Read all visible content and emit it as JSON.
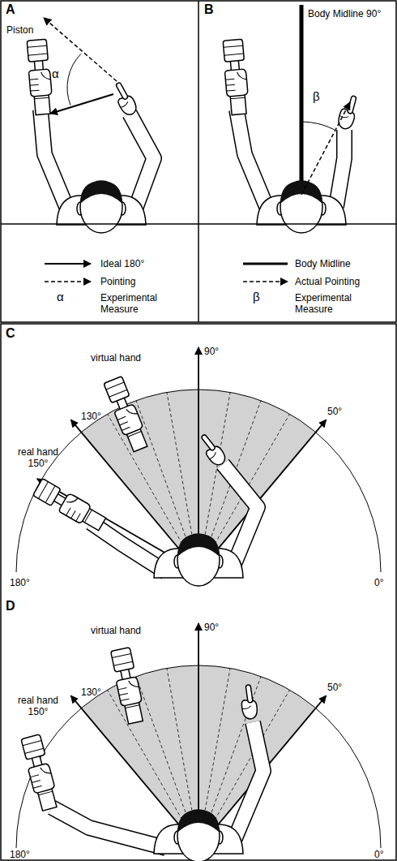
{
  "diagram": {
    "labels": [
      "A",
      "Piston",
      "α",
      "B",
      "Body Midline 90°",
      "β",
      "α",
      "β",
      "C",
      "virtual hand",
      "90°",
      "130°",
      "real hand 150°",
      "50°",
      "180°",
      "0°",
      "D",
      "virtual hand",
      "90°",
      "130°",
      "real hand 150°",
      "50°",
      "180°",
      "0°"
    ],
    "legend": [
      {
        "text": "Ideal 180°"
      },
      {
        "text": "Pointing"
      },
      {
        "text": "Experimental Measure"
      },
      {
        "text": "Body Midline"
      },
      {
        "text": "Actual Pointing"
      },
      {
        "text": "Experimental Measure"
      }
    ]
  }
}
